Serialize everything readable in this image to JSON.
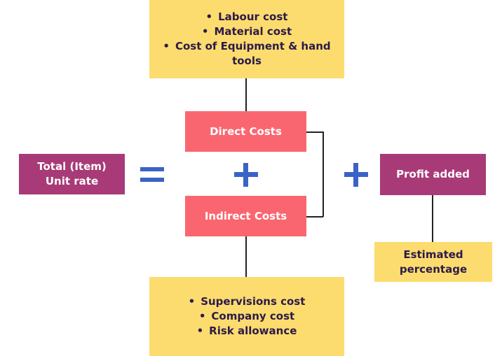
{
  "direct_cost_items": [
    "Labour cost",
    "Material cost",
    "Cost of Equipment & hand tools"
  ],
  "direct_costs": "Direct Costs",
  "indirect_costs": "Indirect Costs",
  "indirect_cost_items": [
    "Supervisions cost",
    "Company cost",
    "Risk allowance"
  ],
  "total": {
    "line1": "Total (Item)",
    "line2": "Unit rate"
  },
  "profit_added": "Profit added",
  "estimated": {
    "line1": "Estimated",
    "line2": "percentage"
  },
  "colors": {
    "yellow": "#fcdc6e",
    "coral": "#fa6670",
    "purple": "#a83a77",
    "operator": "#3a63c6"
  },
  "icons": [
    "equals-icon",
    "plus-icon",
    "plus-icon"
  ]
}
